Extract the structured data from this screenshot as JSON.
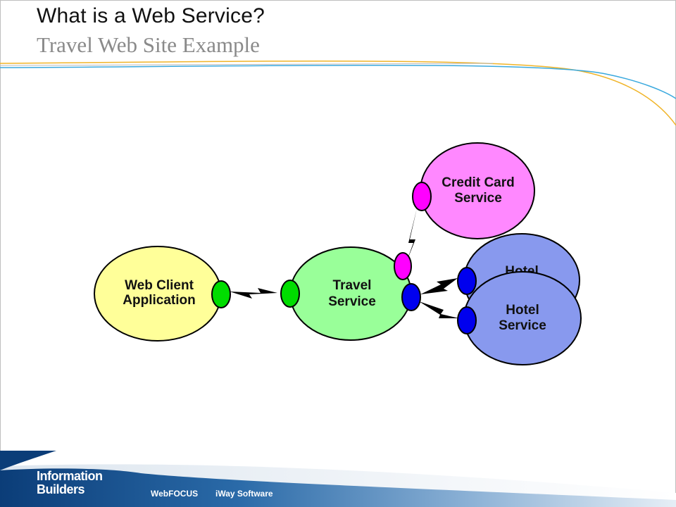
{
  "slide": {
    "title": "What is a Web Service?",
    "subtitle": "Travel Web Site Example"
  },
  "diagram": {
    "nodes": {
      "web_client": {
        "line1": "Web Client",
        "line2": "Application",
        "color": "#ffff99"
      },
      "travel": {
        "line1": "Travel",
        "line2": "Service",
        "color": "#99ff99"
      },
      "credit_card": {
        "line1": "Credit Card",
        "line2": "Service",
        "color": "#ff88ff"
      },
      "hotel_back": {
        "line1": "Hotel",
        "color": "#8899ee"
      },
      "hotel_front": {
        "line1": "Hotel",
        "line2": "Service",
        "color": "#8899ee"
      }
    },
    "port_colors": {
      "client": "#00dd00",
      "credit": "#ff00ff",
      "hotel": "#0000ee"
    },
    "connections": [
      "web-client-to-travel-link",
      "travel-to-credit-card-link",
      "travel-to-hotel-link",
      "travel-to-hotel-service-link"
    ]
  },
  "footer": {
    "logo_line1": "Information",
    "logo_line2": "Builders",
    "product1": "WebFOCUS",
    "product2": "iWay Software"
  }
}
